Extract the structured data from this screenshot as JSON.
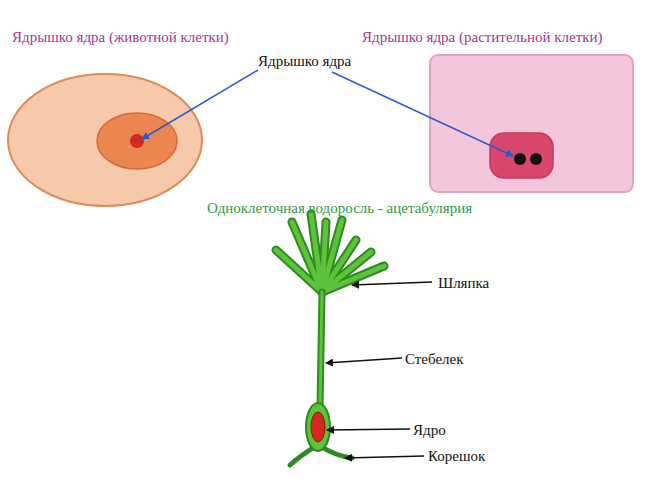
{
  "diagram": {
    "labels": [
      "Ядрышко ядра (животной клетки)",
      "Ядрышко ядра (растительной клетки)",
      "Ядрышко ядра",
      "Одноклеточная водоросль - ацетабулярия",
      "Шляпка",
      "Стебелек",
      "Ядро",
      "Корешок"
    ]
  }
}
